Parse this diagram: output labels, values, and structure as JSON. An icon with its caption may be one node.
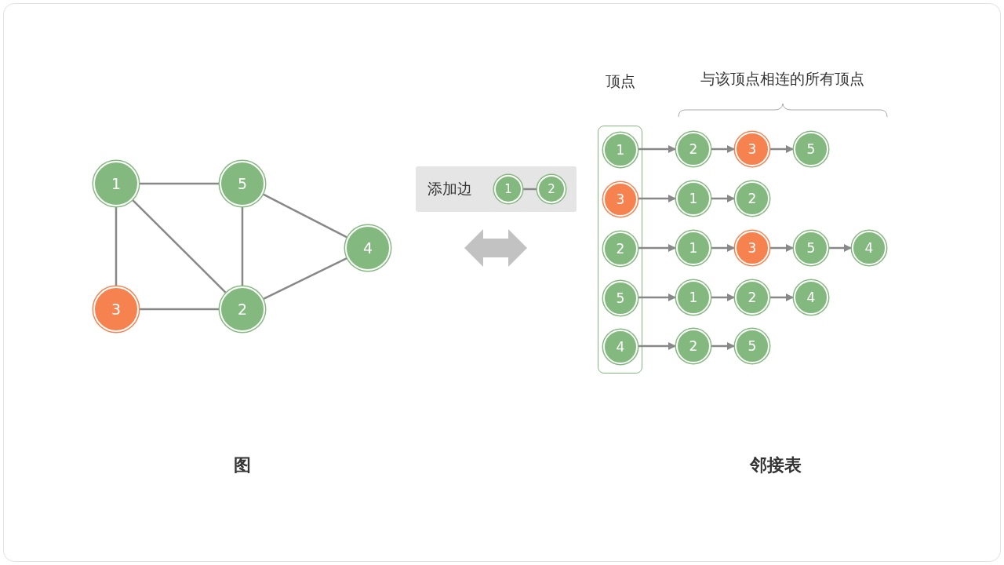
{
  "diagram": {
    "nodes": [
      {
        "text": [
          "1"
        ]
      },
      {
        "text": [
          "5"
        ]
      },
      {
        "text": [
          "4"
        ]
      },
      {
        "text": [
          "3"
        ]
      },
      {
        "text": [
          "2"
        ]
      },
      {
        "text": [
          "添加边"
        ]
      },
      {
        "text": [
          "1"
        ],
        "in": 5
      },
      {
        "text": [
          "2"
        ],
        "in": 5
      },
      {
        "text": [
          "顶点"
        ]
      },
      {
        "text": [
          "1"
        ],
        "in": 8
      },
      {
        "text": [
          "3"
        ],
        "in": 8
      },
      {
        "text": [
          "2"
        ],
        "in": 8
      },
      {
        "text": [
          "5"
        ],
        "in": 8
      },
      {
        "text": [
          "4"
        ],
        "in": 8
      },
      {
        "text": [
          "2"
        ]
      },
      {
        "text": [
          "3"
        ]
      },
      {
        "text": [
          "5"
        ]
      },
      {
        "text": [
          "1"
        ]
      },
      {
        "text": [
          "2"
        ]
      },
      {
        "text": [
          "1"
        ]
      },
      {
        "text": [
          "3"
        ]
      },
      {
        "text": [
          "5"
        ]
      },
      {
        "text": [
          "4"
        ]
      },
      {
        "text": [
          "1"
        ]
      },
      {
        "text": [
          "2"
        ]
      },
      {
        "text": [
          "4"
        ]
      },
      {
        "text": [
          "2"
        ]
      },
      {
        "text": [
          "5"
        ]
      }
    ],
    "edges": [
      {
        "from": 0,
        "to": 1,
        "arrow": "none"
      },
      {
        "from": 0,
        "to": 3,
        "arrow": "none"
      },
      {
        "from": 0,
        "to": 4,
        "arrow": "none"
      },
      {
        "from": 1,
        "to": 4,
        "arrow": "none"
      },
      {
        "from": 1,
        "to": 2,
        "arrow": "none"
      },
      {
        "from": 3,
        "to": 4,
        "arrow": "none"
      },
      {
        "from": 4,
        "to": 2,
        "arrow": "none"
      },
      {
        "from": 6,
        "to": 7,
        "arrow": "none"
      },
      {
        "from": 9,
        "to": 14,
        "arrow": "to"
      },
      {
        "from": 14,
        "to": 15,
        "arrow": "to"
      },
      {
        "from": 15,
        "to": 16,
        "arrow": "to"
      },
      {
        "from": 10,
        "to": 17,
        "arrow": "to"
      },
      {
        "from": 17,
        "to": 18,
        "arrow": "to"
      },
      {
        "from": 11,
        "to": 19,
        "arrow": "to"
      },
      {
        "from": 19,
        "to": 20,
        "arrow": "to"
      },
      {
        "from": 20,
        "to": 21,
        "arrow": "to"
      },
      {
        "from": 21,
        "to": 22,
        "arrow": "to"
      },
      {
        "from": 12,
        "to": 23,
        "arrow": "to"
      },
      {
        "from": 23,
        "to": 24,
        "arrow": "to"
      },
      {
        "from": 24,
        "to": 25,
        "arrow": "to"
      },
      {
        "from": 13,
        "to": 26,
        "arrow": "to"
      },
      {
        "from": 26,
        "to": 27,
        "arrow": "to"
      }
    ],
    "labels": [
      "与该顶点相连的所有顶点",
      "图",
      "邻接表"
    ]
  }
}
